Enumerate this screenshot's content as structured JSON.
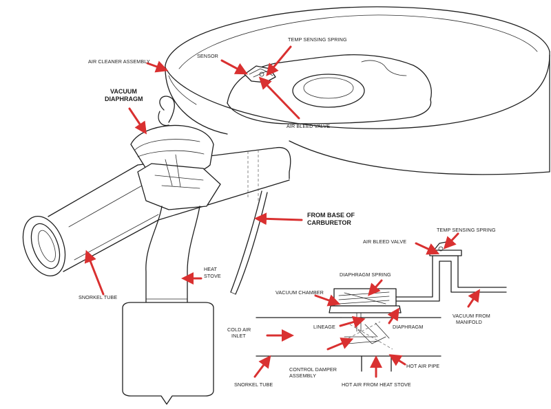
{
  "labels": {
    "air_cleaner_assembly": "AIR CLEANER ASSEMBLY",
    "sensor": "SENSOR",
    "temp_sensing_spring_top": "TEMP SENSING SPRING",
    "vacuum_diaphragm_1": "VACUUM",
    "vacuum_diaphragm_2": "DIAPHRAGM",
    "air_bleed_valve_top": "AIR BLEED VALVE",
    "from_base_1": "FROM BASE OF",
    "from_base_2": "CARBURETOR",
    "heat_stove_1": "HEAT",
    "heat_stove_2": "STOVE",
    "snorkel_tube_left": "SNORKEL TUBE",
    "temp_sensing_spring_right": "TEMP SENSING SPRING",
    "air_bleed_valve_right": "AIR BLEED VALVE",
    "diaphragm_spring": "DIAPHRAGM SPRING",
    "vacuum_chamber": "VACUUM CHAMBER",
    "vacuum_from_manifold_1": "VACUUM FROM",
    "vacuum_from_manifold_2": "MANIFOLD",
    "cold_air_inlet_1": "COLD AIR",
    "cold_air_inlet_2": "INLET",
    "lineage": "LINEAGE",
    "diaphragm": "DIAPHRAGM",
    "control_damper_1": "CONTROL DAMPER",
    "control_damper_2": "ASSEMBLY",
    "hot_air_pipe": "HOT AIR PIPE",
    "snorkel_tube_bottom": "SNORKEL TUBE",
    "hot_air_from_heat_stove": "HOT AIR FROM HEAT STOVE"
  },
  "colors": {
    "pointer": "#d93030",
    "ink": "#1e1e1e",
    "background": "#ffffff"
  }
}
